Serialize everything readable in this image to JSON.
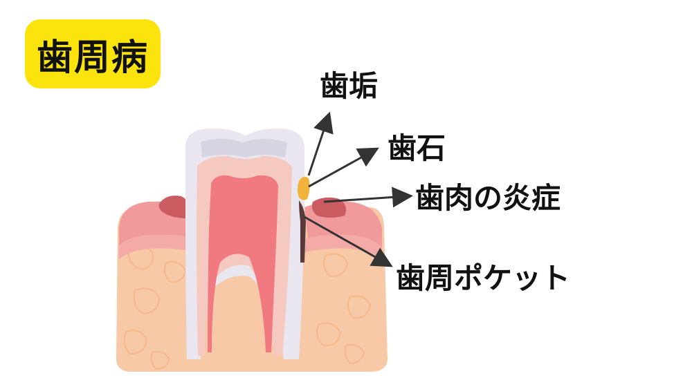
{
  "title": "歯周病",
  "labels": {
    "plaque": "歯垢",
    "tartar": "歯石",
    "gum_inflammation": "歯肉の炎症",
    "periodontal_pocket": "歯周ポケット"
  },
  "colors": {
    "title_badge": "#fbe30d",
    "tartar": "#f2b33d",
    "gum": "#f09a9c",
    "bone": "#f7c9a6",
    "pulp": "#f07a80",
    "dentin": "#f5c9c0",
    "enamel": "#e9e6ef",
    "inflamed_gum": "#c95b61"
  }
}
